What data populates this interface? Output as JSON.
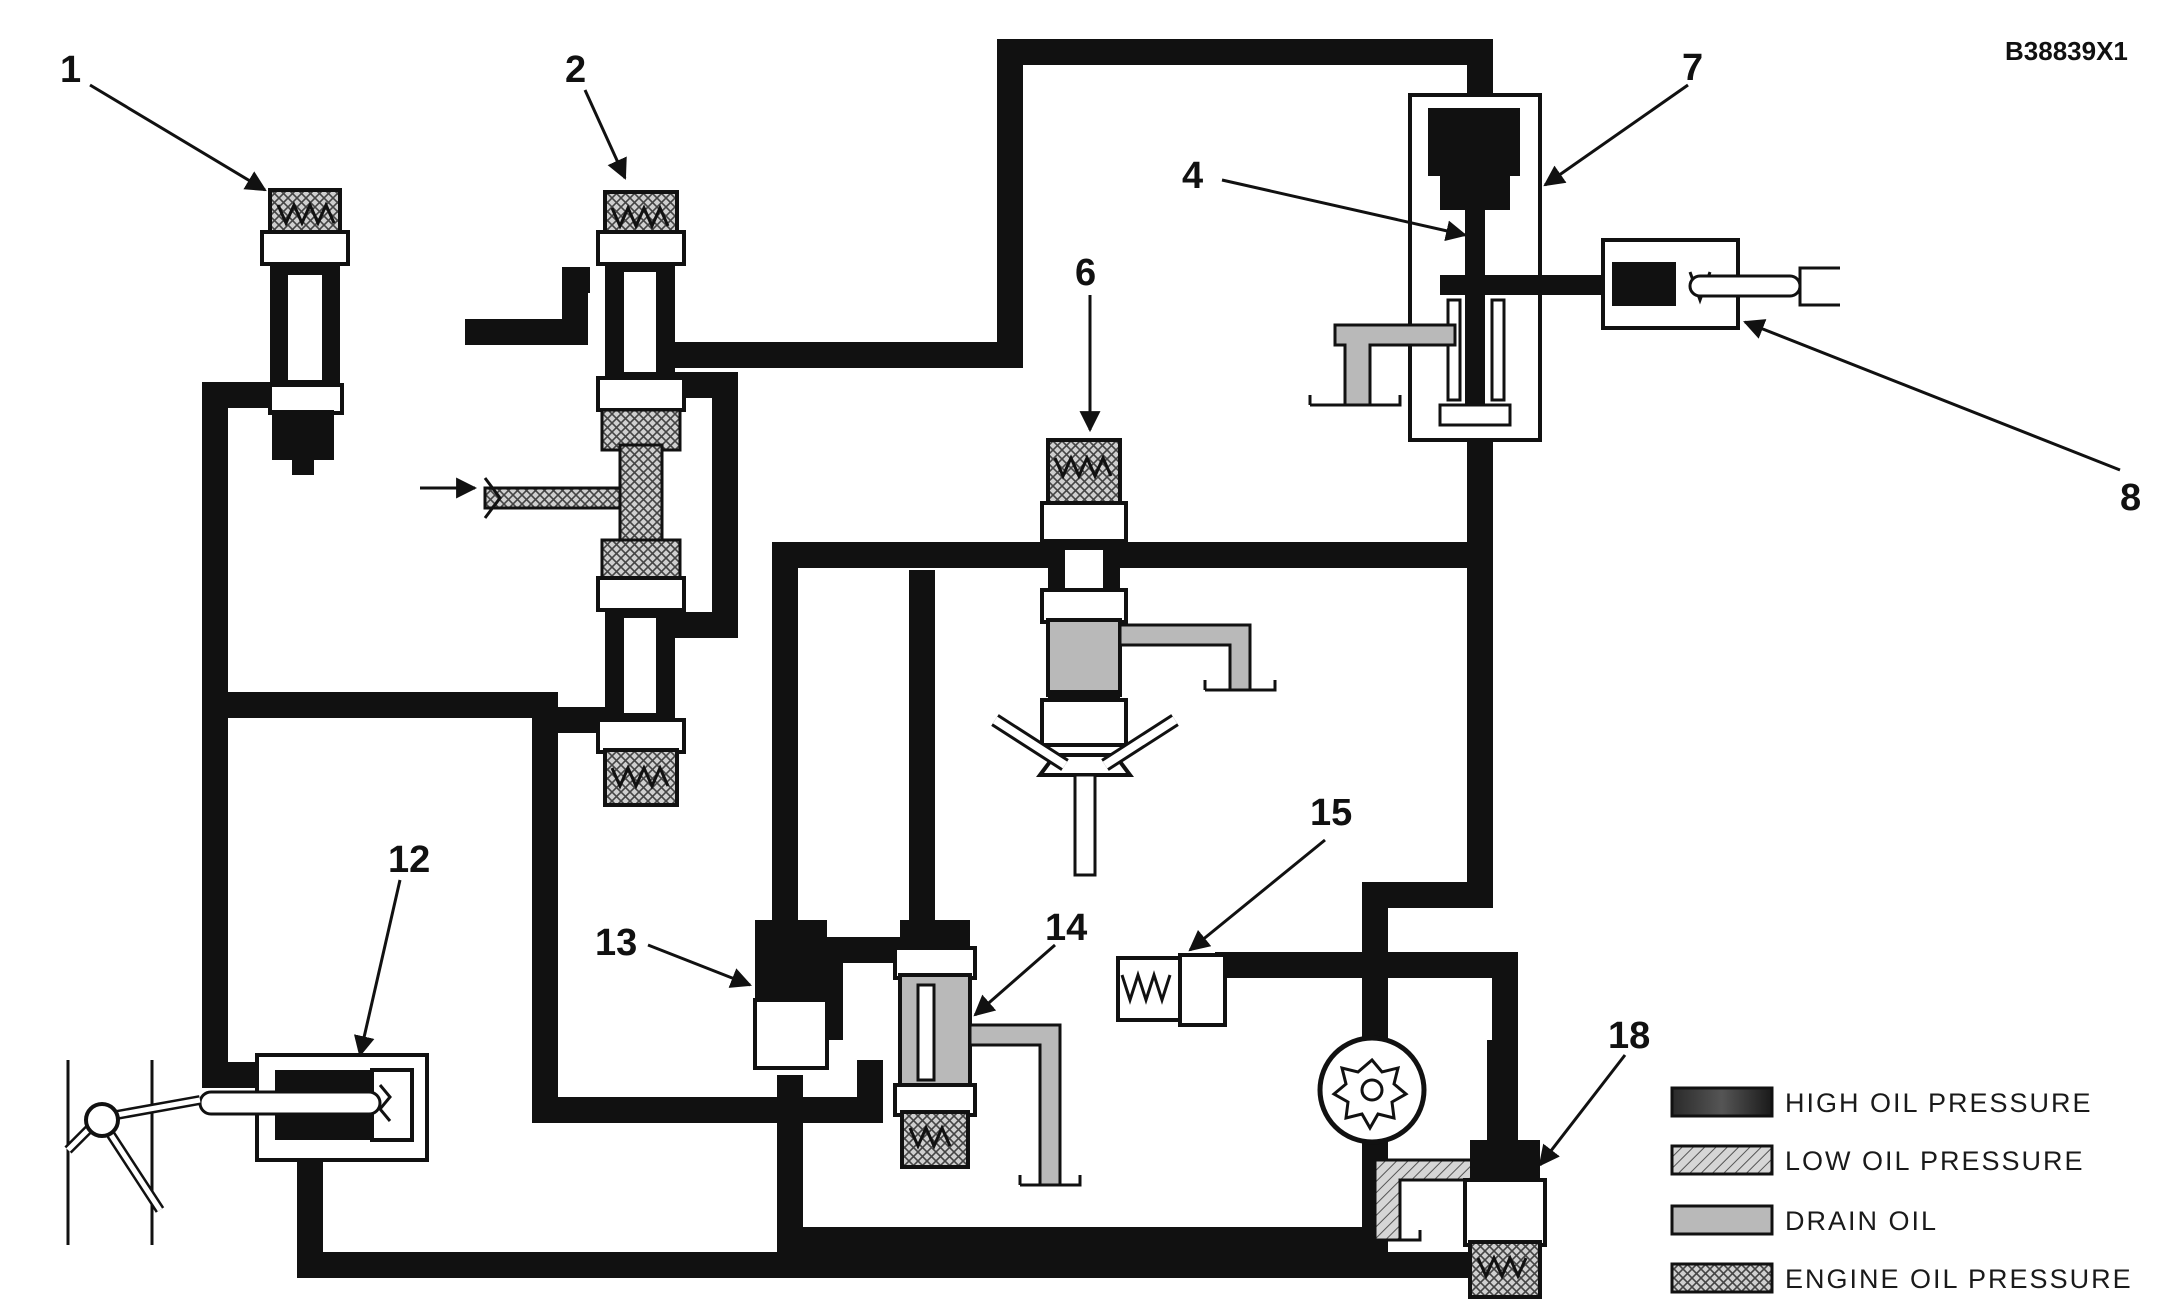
{
  "figure_id": "B38839X1",
  "callouts": {
    "c1": "1",
    "c2": "2",
    "c4": "4",
    "c6": "6",
    "c7": "7",
    "c8": "8",
    "c12": "12",
    "c13": "13",
    "c14": "14",
    "c15": "15",
    "c18": "18"
  },
  "legend": [
    {
      "label": "HIGH OIL PRESSURE",
      "pattern": "high"
    },
    {
      "label": "LOW OIL PRESSURE",
      "pattern": "low"
    },
    {
      "label": "DRAIN OIL",
      "pattern": "drain"
    },
    {
      "label": "ENGINE OIL PRESSURE",
      "pattern": "engine"
    }
  ],
  "colors": {
    "high": "#141414",
    "drain": "#b9b9b9",
    "line": "#111111"
  }
}
